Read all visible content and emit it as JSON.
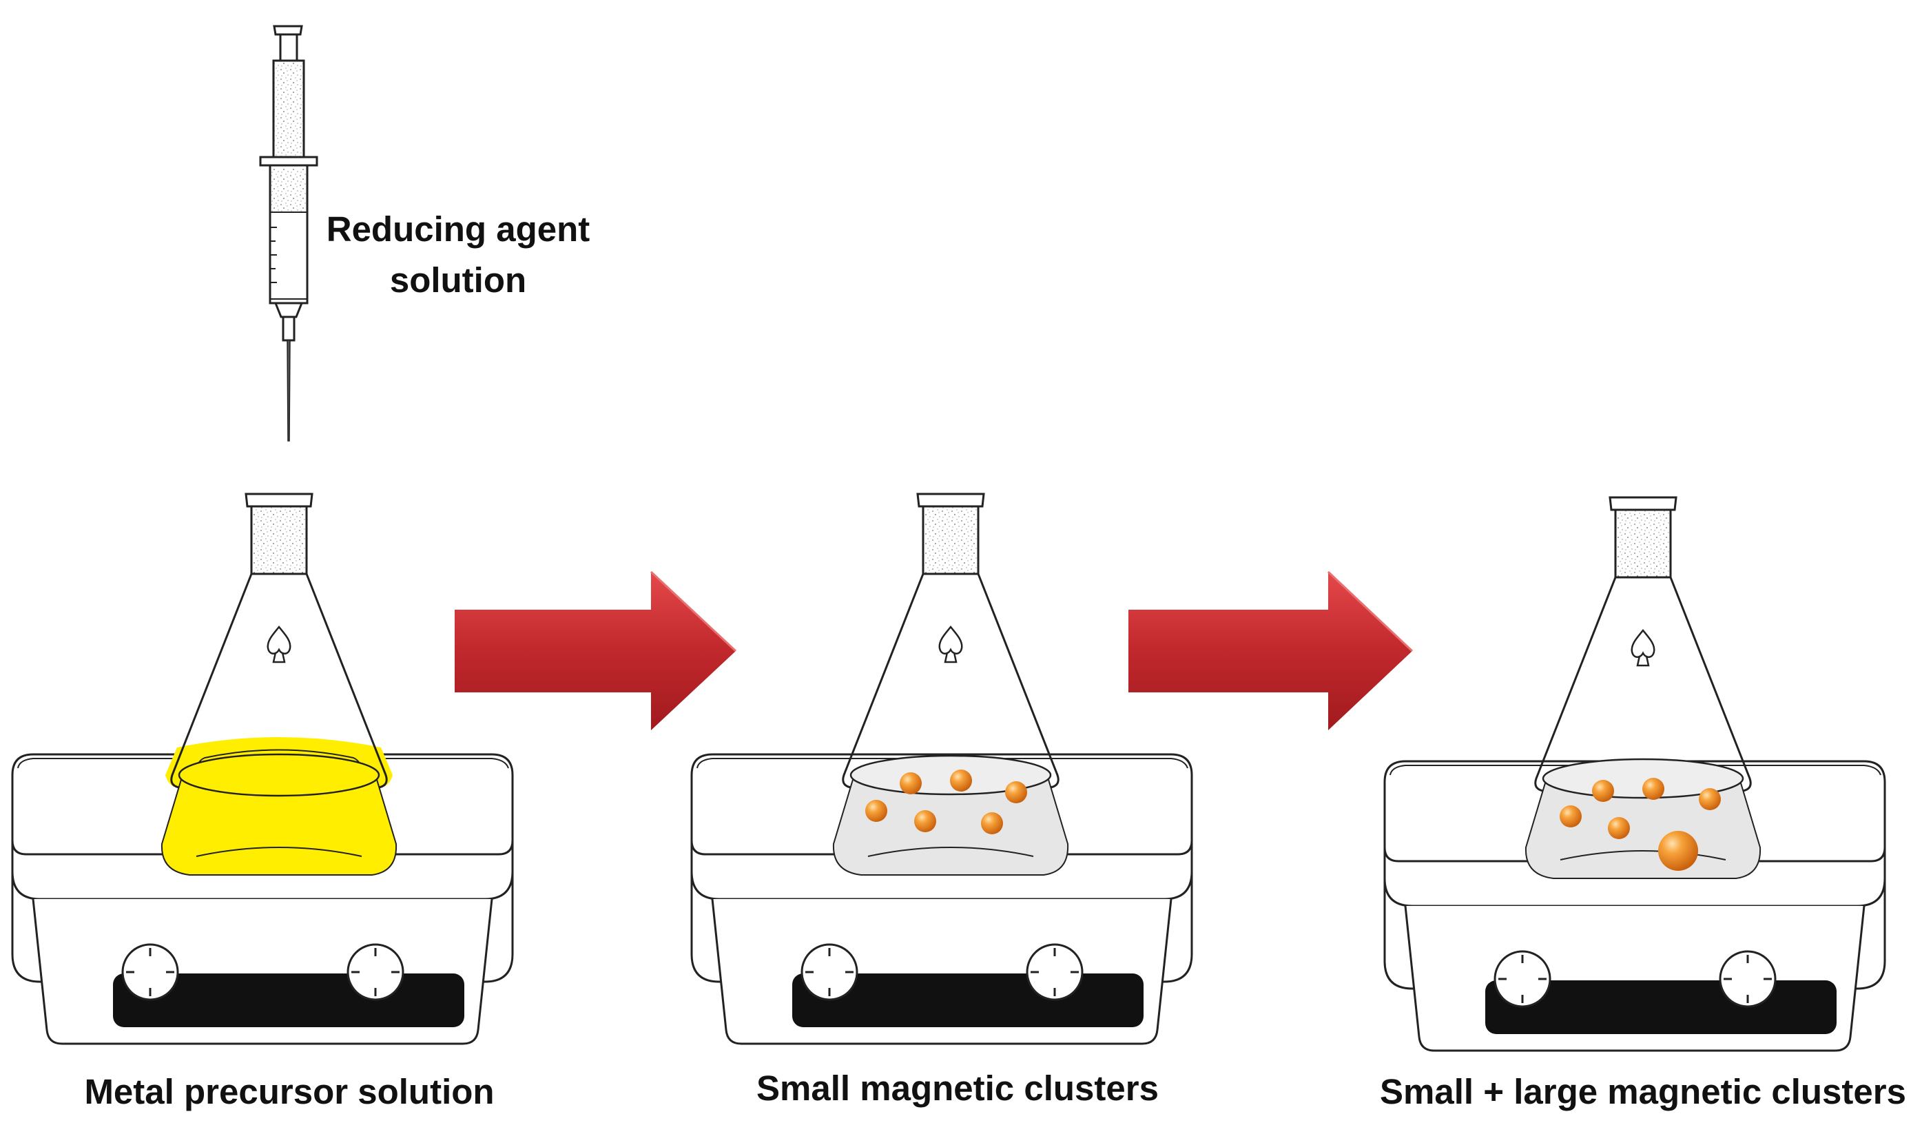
{
  "labels": {
    "reducing_line1": "Reducing agent",
    "reducing_line2": "solution",
    "metal_precursor": "Metal precursor solution",
    "small_clusters": "Small magnetic clusters",
    "small_large_clusters": "Small + large magnetic clusters"
  },
  "colors": {
    "solution_yellow": "#ffee00",
    "arrow_red": "#c0282c",
    "particle_orange": "#f08a1e",
    "liquid_gray": "#e6e6e6",
    "plate_black": "#111111"
  },
  "icons": [
    "syringe-icon",
    "flask-icon",
    "hot-plate-icon",
    "red-arrow-icon",
    "knob-icon",
    "particle-icon"
  ]
}
